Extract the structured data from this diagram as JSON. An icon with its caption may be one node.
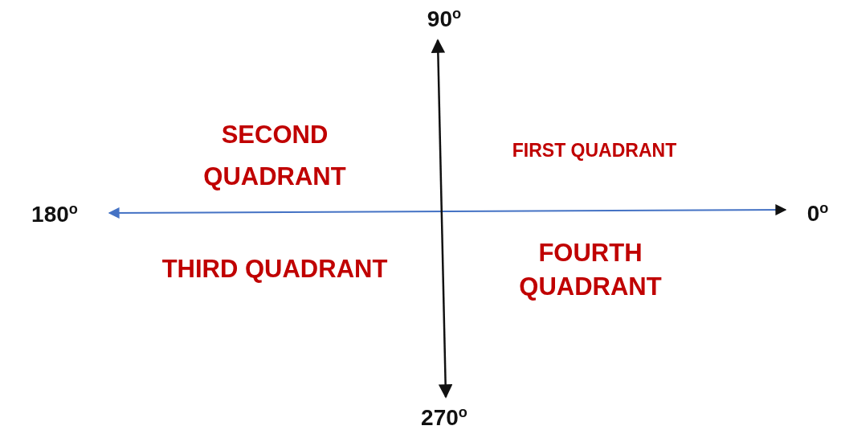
{
  "diagram": {
    "labels": [
      "90$^{o}$",
      "SECOND QUADRANT",
      "FIRST QUADRANT",
      "180$^{o}$",
      "0$^{o}$",
      "THIRD QUADRANT",
      "FOURTH QUADRANT",
      "270$^{o}$"
    ]
  }
}
